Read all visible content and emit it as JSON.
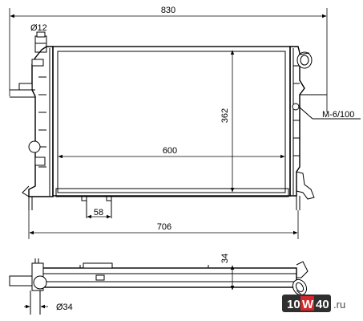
{
  "dimensions": {
    "overall_width": "830",
    "pipe_diameter": "Ø12",
    "core_height": "362",
    "core_width": "600",
    "bracket_spacing": "58",
    "body_width": "706",
    "thread": "M-6/100",
    "core_thickness": "34",
    "outlet_diameter": "Ø34"
  },
  "watermark": {
    "prefix": "10",
    "highlight": "W",
    "suffix": "40",
    "domain": ".ru"
  },
  "colors": {
    "watermark_dark": "#2f2f2f",
    "watermark_accent": "#d3262b"
  }
}
